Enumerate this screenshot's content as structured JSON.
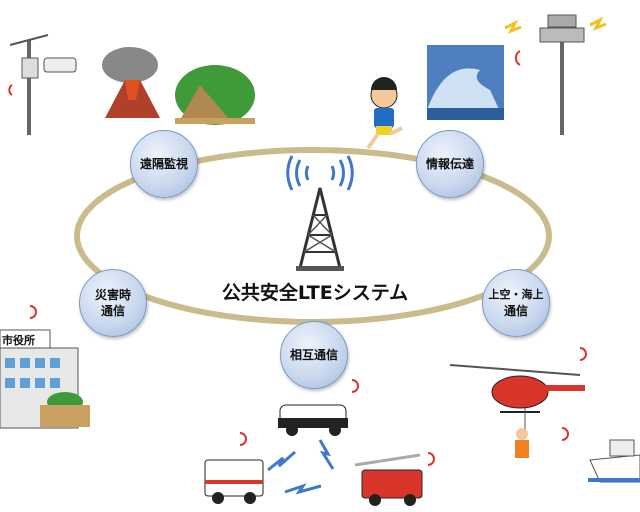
{
  "title": "公共安全LTEシステム",
  "nodes": {
    "remote_monitoring": "遠隔監視",
    "info_transmission": "情報伝達",
    "disaster_comm_line1": "災害時",
    "disaster_comm_line2": "通信",
    "air_sea_comm_line1": "上空・海上",
    "air_sea_comm_line2": "通信",
    "mutual_comm": "相互通信"
  },
  "labels": {
    "city_hall": "市役所"
  },
  "colors": {
    "ring": "#c9bb8c",
    "node_border": "#7d98c4",
    "signal": "#d9352b",
    "tower_signal": "#3f78c8"
  }
}
